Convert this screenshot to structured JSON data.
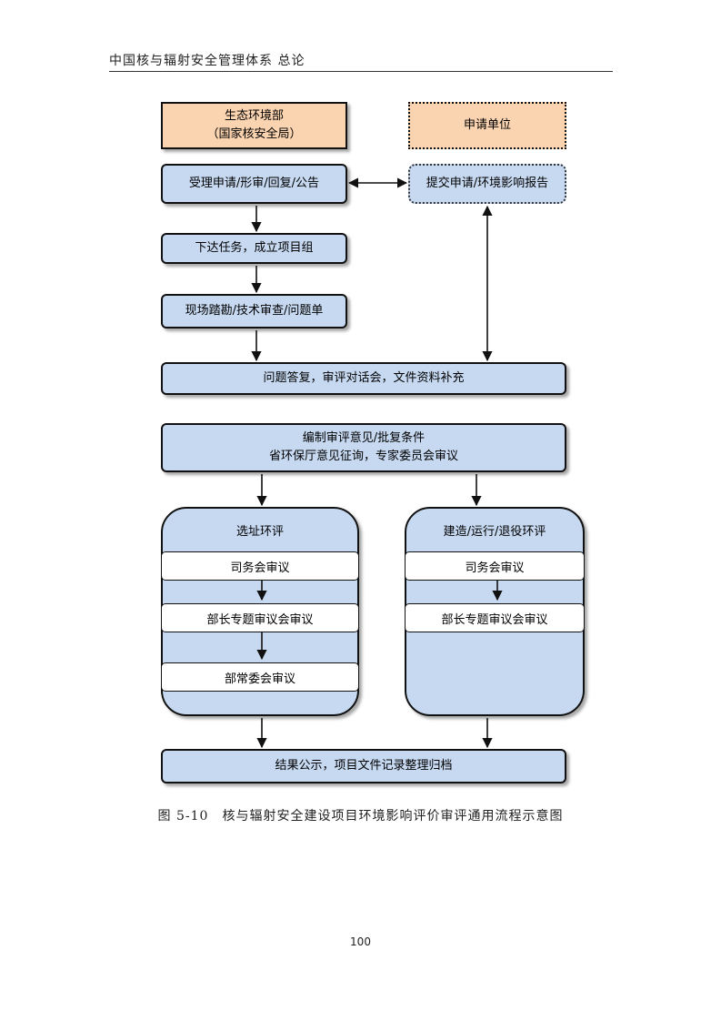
{
  "header": {
    "running_title": "中国核与辐射安全管理体系 总论"
  },
  "flowchart": {
    "org_box": {
      "line1": "生态环境部",
      "line2": "（国家核安全局）"
    },
    "applicant_box": "申请单位",
    "accept_box": "受理申请/形审/回复/公告",
    "submit_box": "提交申请/环境影响报告",
    "assign_box": "下达任务，成立项目组",
    "inspect_box": "现场踏勘/技术审查/问题单",
    "respond_box": "问题答复，审评对话会，文件资料补充",
    "opinion_box": {
      "line1": "编制审评意见/批复条件",
      "line2": "省环保厅意见征询，专家委员会审议"
    },
    "siting_group": {
      "title": "选址环评",
      "steps": [
        "司务会审议",
        "部长专题审议会审议",
        "部常委会审议"
      ]
    },
    "construction_group": {
      "title": "建造/运行/退役环评",
      "steps": [
        "司务会审议",
        "部长专题审议会审议"
      ]
    },
    "result_box": "结果公示，项目文件记录整理归档"
  },
  "caption": "图 5-10　核与辐射安全建设项目环境影响评价审评通用流程示意图",
  "page_number": "100"
}
